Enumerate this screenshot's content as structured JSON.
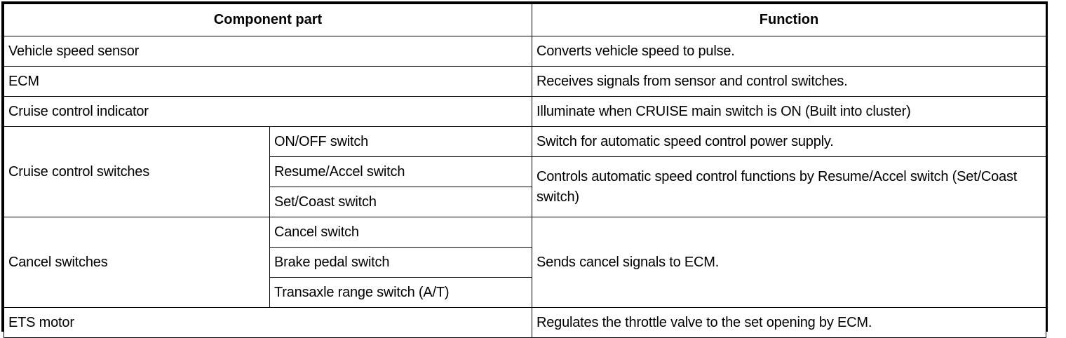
{
  "table": {
    "headers": {
      "component_part": "Component part",
      "function": "Function"
    },
    "rows": [
      {
        "part": "Vehicle speed sensor",
        "subpart": null,
        "function": "Converts vehicle speed to pulse."
      },
      {
        "part": "ECM",
        "subpart": null,
        "function": "Receives signals from sensor and control switches."
      },
      {
        "part": "Cruise control indicator",
        "subpart": null,
        "function": "Illuminate when CRUISE main switch is ON (Built into cluster)"
      },
      {
        "part": "Cruise control switches",
        "subpart": "ON/OFF switch",
        "function": "Switch for automatic speed control power supply."
      },
      {
        "part": null,
        "subpart": "Resume/Accel switch",
        "function": "Controls automatic speed control functions by Resume/Accel switch (Set/Coast switch)"
      },
      {
        "part": null,
        "subpart": "Set/Coast switch",
        "function": null
      },
      {
        "part": "Cancel switches",
        "subpart": "Cancel switch",
        "function": "Sends cancel signals to ECM."
      },
      {
        "part": null,
        "subpart": "Brake pedal switch",
        "function": null
      },
      {
        "part": null,
        "subpart": "Transaxle range switch (A/T)",
        "function": null
      },
      {
        "part": "ETS motor",
        "subpart": null,
        "function": "Regulates the throttle valve to the set opening by ECM."
      }
    ]
  }
}
